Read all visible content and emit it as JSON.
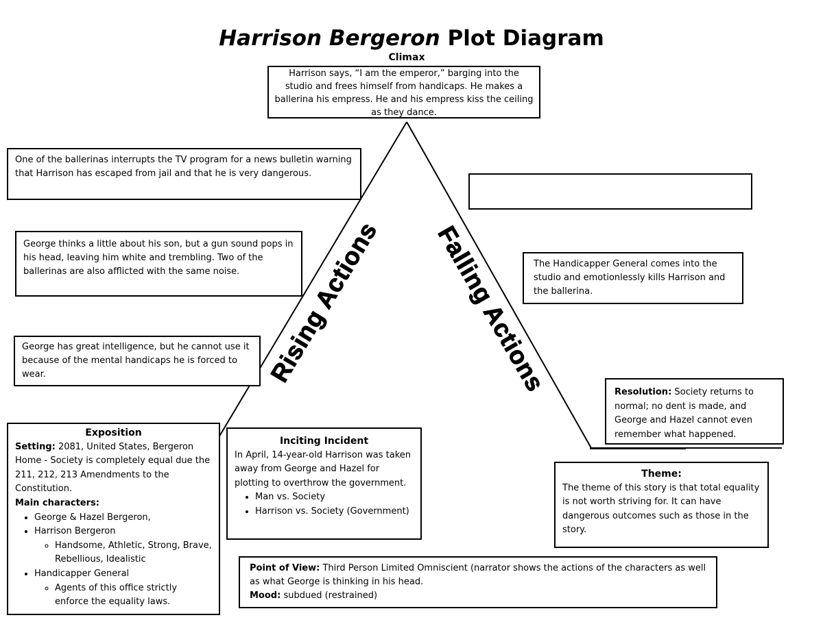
{
  "title": {
    "italic": "Harrison Bergeron",
    "rest": " Plot Diagram"
  },
  "climax": {
    "label": "Climax",
    "text": "Harrison says, “I am the emperor,” barging into the studio and frees himself from handicaps. He makes a ballerina his empress. He and his empress kiss the ceiling as they dance."
  },
  "rising_label": "Rising Actions",
  "falling_label": "Falling Actions",
  "rising": [
    "One of the ballerinas interrupts the TV program for a news bulletin warning that Harrison has escaped from jail and that he is very dangerous.",
    "George thinks a little about his son, but a gun sound pops in his head, leaving him white and trembling.  Two of the ballerinas are also afflicted with the same noise.",
    "George has great intelligence, but he cannot use it because of the mental handicaps he is forced to wear."
  ],
  "falling": [
    "The Handicapper General comes into the studio and emotionlessly kills Harrison and the ballerina."
  ],
  "resolution": {
    "label": "Resolution:",
    "text": " Society returns to normal; no dent is made, and George and Hazel cannot even remember what happened."
  },
  "exposition": {
    "label": "Exposition",
    "setting_label": "Setting:",
    "setting_text": " 2081, United States, Bergeron Home - Society is completely equal due the 211, 212, 213  Amendments to the Constitution.",
    "characters_label": "Main characters:",
    "c1": "George & Hazel Bergeron,",
    "c2": "Harrison Bergeron",
    "c2a": "Handsome, Athletic, Strong, Brave, Rebellious, Idealistic",
    "c3": "Handicapper General",
    "c3a": "Agents of this office strictly enforce the equality laws."
  },
  "inciting": {
    "label": "Inciting Incident",
    "text": "In April, 14-year-old Harrison was taken away from George and Hazel for plotting to overthrow the government.",
    "b1": "Man vs. Society",
    "b2": "Harrison vs. Society (Government)"
  },
  "theme": {
    "label": "Theme:",
    "text": "The theme of this story is that total equality is not worth striving for.  It can have dangerous outcomes such as those in the story."
  },
  "pov": {
    "label": "Point of View:",
    "text": " Third Person Limited Omniscient (narrator shows the actions of the characters as well as what George is thinking in his head.",
    "mood_label": "Mood:",
    "mood_text": "  subdued (restrained)"
  }
}
